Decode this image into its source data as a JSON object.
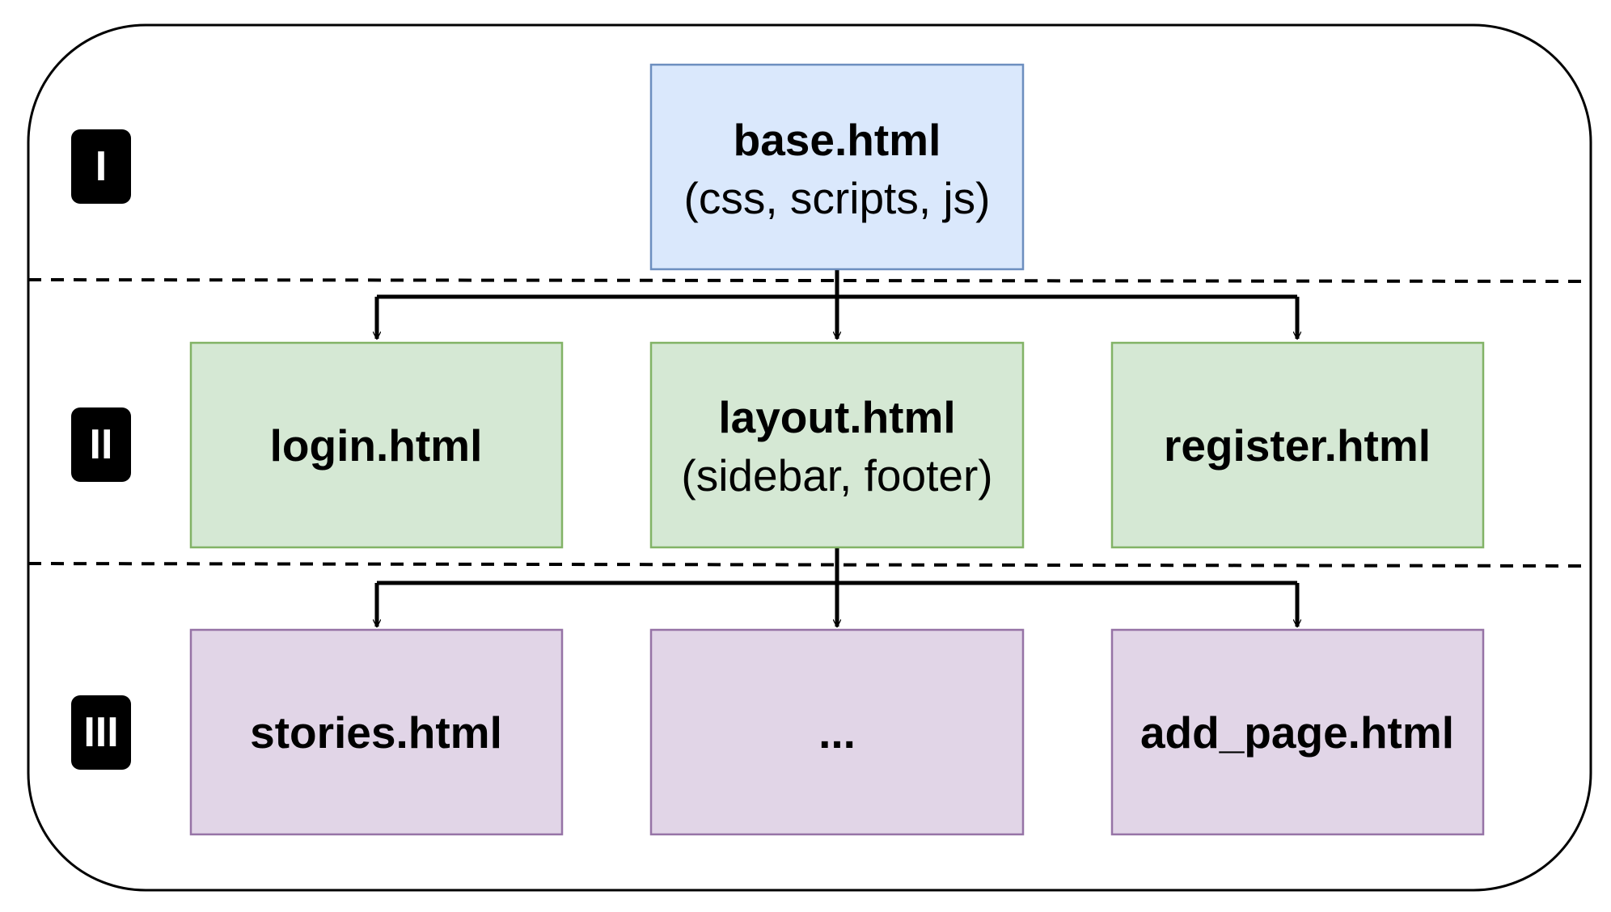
{
  "colors": {
    "tier1_fill": "#dae8fc",
    "tier1_stroke": "#6c8ebf",
    "tier2_fill": "#d5e8d4",
    "tier2_stroke": "#82b366",
    "tier3_fill": "#e1d5e7",
    "tier3_stroke": "#9673a6",
    "badge": "#000000"
  },
  "tiers": [
    {
      "label": "I"
    },
    {
      "label": "II"
    },
    {
      "label": "III"
    }
  ],
  "nodes": {
    "base": {
      "title": "base.html",
      "subtitle": "(css, scripts, js)"
    },
    "login": {
      "title": "login.html"
    },
    "layout": {
      "title": "layout.html",
      "subtitle": "(sidebar, footer)"
    },
    "register": {
      "title": "register.html"
    },
    "stories": {
      "title": "stories.html"
    },
    "ellipsis": {
      "title": "..."
    },
    "add_page": {
      "title": "add_page.html"
    }
  },
  "edges": [
    {
      "from": "base",
      "to": "login"
    },
    {
      "from": "base",
      "to": "layout"
    },
    {
      "from": "base",
      "to": "register"
    },
    {
      "from": "layout",
      "to": "stories"
    },
    {
      "from": "layout",
      "to": "ellipsis"
    },
    {
      "from": "layout",
      "to": "add_page"
    }
  ]
}
